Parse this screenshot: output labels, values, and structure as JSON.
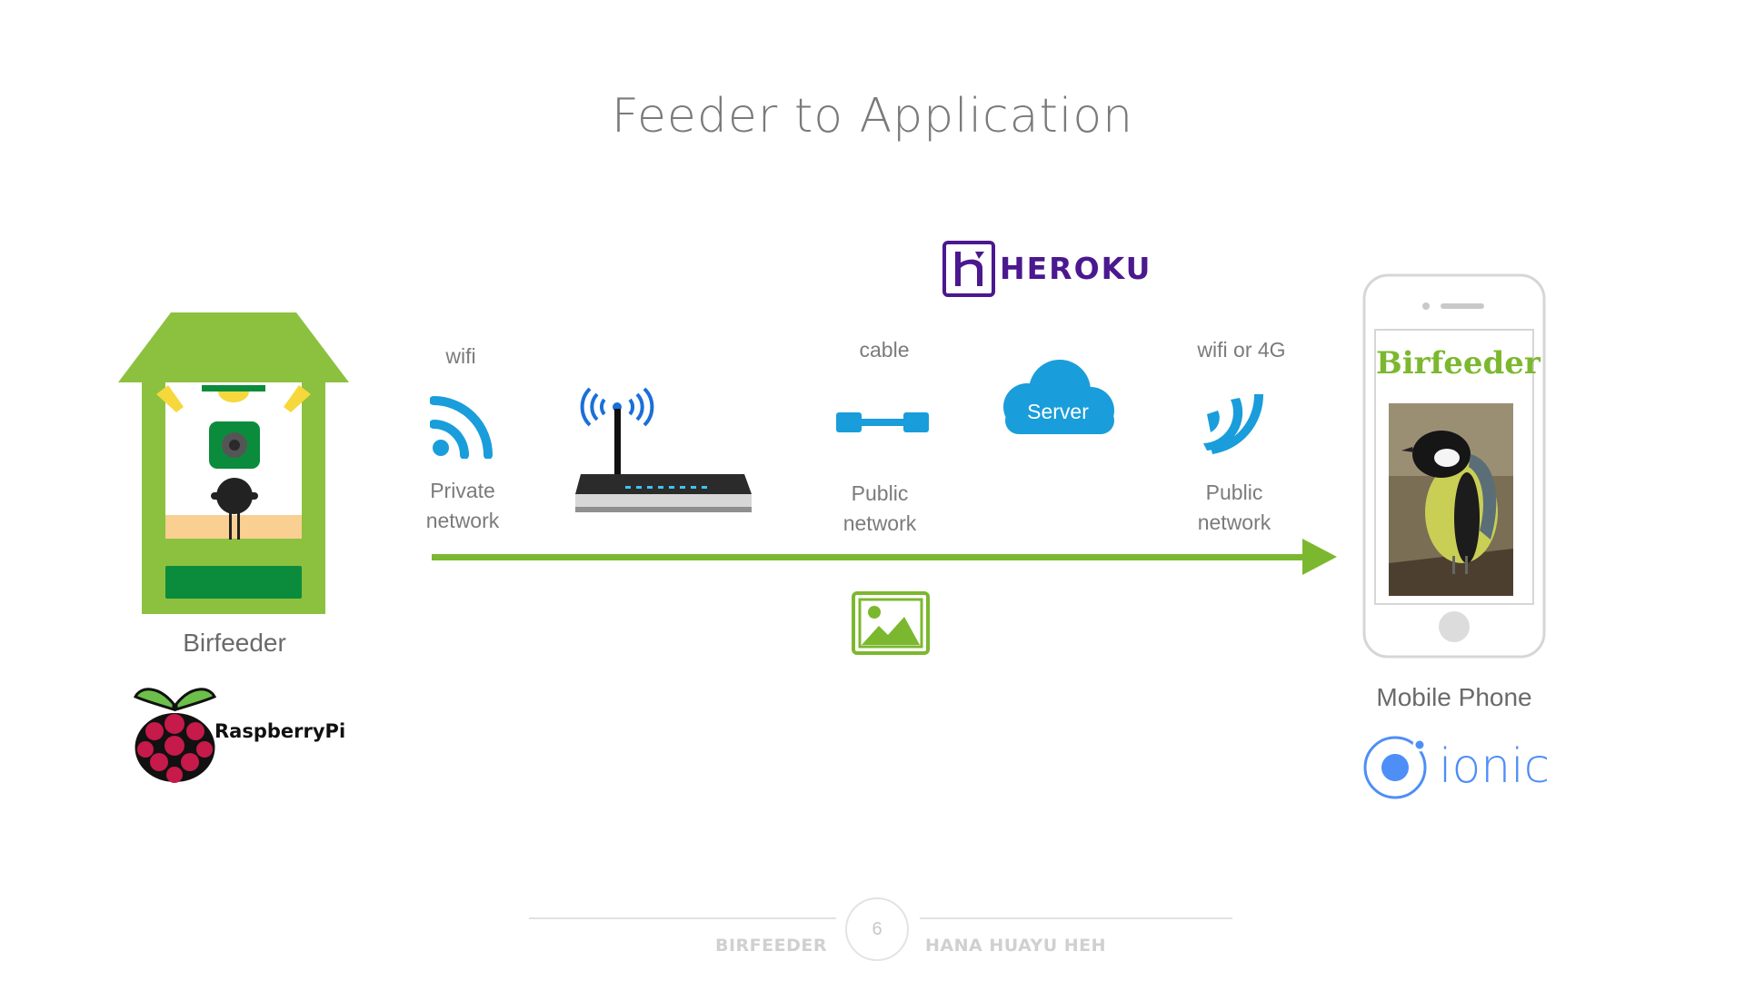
{
  "title": "Feeder to Application",
  "feeder": {
    "label": "Birfeeder",
    "platform": "RaspberryPi"
  },
  "wifi_link": {
    "top_label": "wifi",
    "bottom_label_line1": "Private",
    "bottom_label_line2": "network"
  },
  "router": {
    "icon": "router-icon"
  },
  "cable_link": {
    "top_label": "cable",
    "bottom_label_line1": "Public",
    "bottom_label_line2": "network"
  },
  "server": {
    "provider": "HEROKU",
    "label": "Server"
  },
  "mobile_link": {
    "top_label": "wifi or 4G",
    "bottom_label_line1": "Public",
    "bottom_label_line2": "network"
  },
  "phone": {
    "label": "Mobile Phone",
    "app_name": "Birfeeder",
    "framework": "ionic"
  },
  "payload": {
    "icon": "image-icon"
  },
  "footer": {
    "left": "BIRFEEDER",
    "page": "6",
    "right": "HANA HUAYU HEH"
  },
  "colors": {
    "green": "#7cb82f",
    "blue": "#1a9ddb",
    "heroku": "#4b188f",
    "ionic": "#4e8ef7"
  }
}
